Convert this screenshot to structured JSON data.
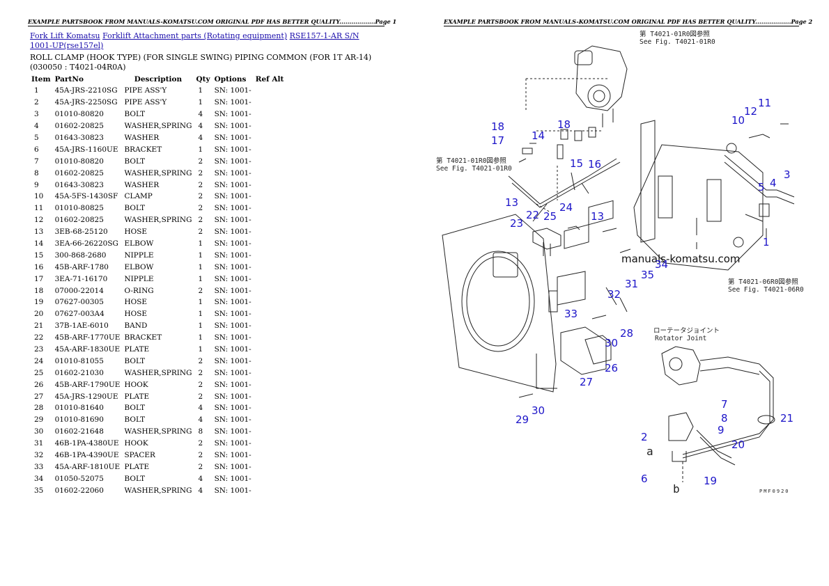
{
  "headers": {
    "page1": "EXAMPLE PARTSBOOK FROM MANUALS-KOMATSU.COM ORIGINAL PDF HAS BETTER QUALITY..................Page 1",
    "page2": "EXAMPLE PARTSBOOK FROM MANUALS-KOMATSU.COM ORIGINAL PDF HAS BETTER QUALITY..................Page 2"
  },
  "breadcrumbs": [
    "Fork Lift Komatsu",
    "Forklift Attachment parts (Rotating equipment)",
    "RSE157-1-AR S/N 1001-UP(rse157el)"
  ],
  "title": "ROLL CLAMP (HOOK TYPE) (FOR SINGLE SWING) PIPING COMMON (FOR 1T AR-14)(030050 : T4021-04R0A)",
  "table": {
    "columns": [
      "Item",
      "PartNo",
      "Description",
      "Qty",
      "Options",
      "Ref Alt"
    ],
    "rows": [
      [
        "1",
        "45A-JRS-2210SG",
        "PIPE ASS'Y",
        "1",
        "SN: 1001-",
        ""
      ],
      [
        "2",
        "45A-JRS-2250SG",
        "PIPE ASS'Y",
        "1",
        "SN: 1001-",
        ""
      ],
      [
        "3",
        "01010-80820",
        "BOLT",
        "4",
        "SN: 1001-",
        ""
      ],
      [
        "4",
        "01602-20825",
        "WASHER,SPRING",
        "4",
        "SN: 1001-",
        ""
      ],
      [
        "5",
        "01643-30823",
        "WASHER",
        "4",
        "SN: 1001-",
        ""
      ],
      [
        "6",
        "45A-JRS-1160UE",
        "BRACKET",
        "1",
        "SN: 1001-",
        ""
      ],
      [
        "7",
        "01010-80820",
        "BOLT",
        "2",
        "SN: 1001-",
        ""
      ],
      [
        "8",
        "01602-20825",
        "WASHER,SPRING",
        "2",
        "SN: 1001-",
        ""
      ],
      [
        "9",
        "01643-30823",
        "WASHER",
        "2",
        "SN: 1001-",
        ""
      ],
      [
        "10",
        "45A-5FS-1430SF",
        "CLAMP",
        "2",
        "SN: 1001-",
        ""
      ],
      [
        "11",
        "01010-80825",
        "BOLT",
        "2",
        "SN: 1001-",
        ""
      ],
      [
        "12",
        "01602-20825",
        "WASHER,SPRING",
        "2",
        "SN: 1001-",
        ""
      ],
      [
        "13",
        "3EB-68-25120",
        "HOSE",
        "2",
        "SN: 1001-",
        ""
      ],
      [
        "14",
        "3EA-66-26220SG",
        "ELBOW",
        "1",
        "SN: 1001-",
        ""
      ],
      [
        "15",
        "300-868-2680",
        "NIPPLE",
        "1",
        "SN: 1001-",
        ""
      ],
      [
        "16",
        "45B-ARF-1780",
        "ELBOW",
        "1",
        "SN: 1001-",
        ""
      ],
      [
        "17",
        "3EA-71-16170",
        "NIPPLE",
        "1",
        "SN: 1001-",
        ""
      ],
      [
        "18",
        "07000-22014",
        "O-RING",
        "2",
        "SN: 1001-",
        ""
      ],
      [
        "19",
        "07627-00305",
        "HOSE",
        "1",
        "SN: 1001-",
        ""
      ],
      [
        "20",
        "07627-003A4",
        "HOSE",
        "1",
        "SN: 1001-",
        ""
      ],
      [
        "21",
        "37B-1AE-6010",
        "BAND",
        "1",
        "SN: 1001-",
        ""
      ],
      [
        "22",
        "45B-ARF-1770UE",
        "BRACKET",
        "1",
        "SN: 1001-",
        ""
      ],
      [
        "23",
        "45A-ARF-1830UE",
        "PLATE",
        "1",
        "SN: 1001-",
        ""
      ],
      [
        "24",
        "01010-81055",
        "BOLT",
        "2",
        "SN: 1001-",
        ""
      ],
      [
        "25",
        "01602-21030",
        "WASHER,SPRING",
        "2",
        "SN: 1001-",
        ""
      ],
      [
        "26",
        "45B-ARF-1790UE",
        "HOOK",
        "2",
        "SN: 1001-",
        ""
      ],
      [
        "27",
        "45A-JRS-1290UE",
        "PLATE",
        "2",
        "SN: 1001-",
        ""
      ],
      [
        "28",
        "01010-81640",
        "BOLT",
        "4",
        "SN: 1001-",
        ""
      ],
      [
        "29",
        "01010-81690",
        "BOLT",
        "4",
        "SN: 1001-",
        ""
      ],
      [
        "30",
        "01602-21648",
        "WASHER,SPRING",
        "8",
        "SN: 1001-",
        ""
      ],
      [
        "31",
        "46B-1PA-4380UE",
        "HOOK",
        "2",
        "SN: 1001-",
        ""
      ],
      [
        "32",
        "46B-1PA-4390UE",
        "SPACER",
        "2",
        "SN: 1001-",
        ""
      ],
      [
        "33",
        "45A-ARF-1810UE",
        "PLATE",
        "2",
        "SN: 1001-",
        ""
      ],
      [
        "34",
        "01050-52075",
        "BOLT",
        "4",
        "SN: 1001-",
        ""
      ],
      [
        "35",
        "01602-22060",
        "WASHER,SPRING",
        "4",
        "SN: 1001-",
        ""
      ]
    ]
  },
  "diagram": {
    "watermark": "manuals-komatsu.com",
    "ref_notes": [
      {
        "jp": "第 T4021-01R0図参照",
        "en": "See Fig. T4021-01R0"
      },
      {
        "jp": "第 T4021-01R0図参照",
        "en": "See Fig. T4021-01R0"
      },
      {
        "jp": "第 T4021-06R0図参照",
        "en": "See Fig. T4021-06R0"
      }
    ],
    "rotator_label_jp": "ローテータジョイント",
    "rotator_label_en": "Rotator Joint",
    "drawing_code": "PMF0920",
    "labels": [
      "1",
      "2",
      "3",
      "4",
      "5",
      "6",
      "7",
      "8",
      "9",
      "10",
      "11",
      "12",
      "13",
      "14",
      "15",
      "16",
      "17",
      "18",
      "19",
      "20",
      "21",
      "22",
      "23",
      "24",
      "25",
      "26",
      "27",
      "28",
      "29",
      "30",
      "31",
      "32",
      "33",
      "34",
      "35",
      "a",
      "b"
    ]
  }
}
